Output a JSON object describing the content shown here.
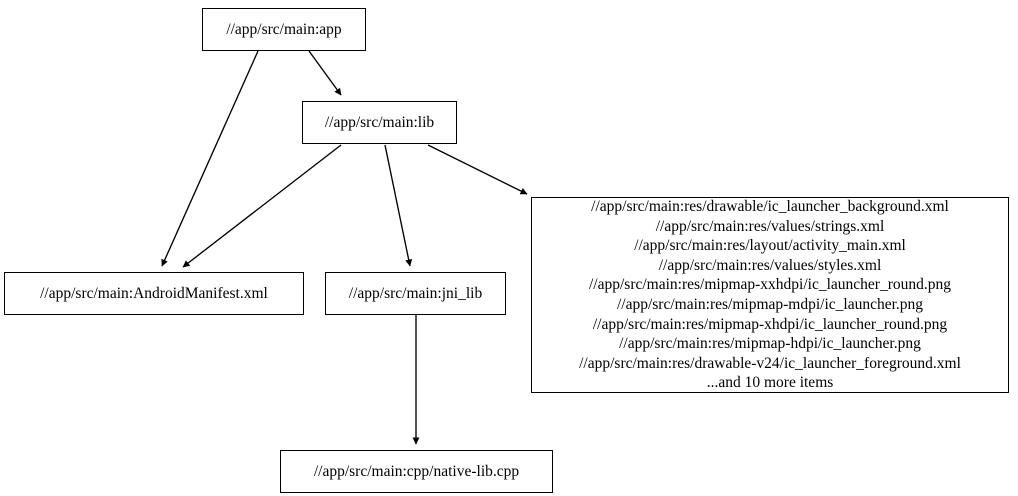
{
  "graph": {
    "type": "directed-dependency-graph",
    "background_color": "#ffffff",
    "node_border_color": "#000000",
    "edge_color": "#000000",
    "text_color": "#000000",
    "nodes": [
      {
        "id": "app",
        "label": "//app/src/main:app"
      },
      {
        "id": "lib",
        "label": "//app/src/main:lib"
      },
      {
        "id": "manifest",
        "label": "//app/src/main:AndroidManifest.xml"
      },
      {
        "id": "jni_lib",
        "label": "//app/src/main:jni_lib"
      },
      {
        "id": "resources",
        "label": "//app/src/main:res/drawable/ic_launcher_background.xml\n//app/src/main:res/values/strings.xml\n//app/src/main:res/layout/activity_main.xml\n//app/src/main:res/values/styles.xml\n//app/src/main:res/mipmap-xxhdpi/ic_launcher_round.png\n//app/src/main:res/mipmap-mdpi/ic_launcher.png\n//app/src/main:res/mipmap-xhdpi/ic_launcher_round.png\n//app/src/main:res/mipmap-hdpi/ic_launcher.png\n//app/src/main:res/drawable-v24/ic_launcher_foreground.xml\n...and 10 more items",
        "lines": [
          "//app/src/main:res/drawable/ic_launcher_background.xml",
          "//app/src/main:res/values/strings.xml",
          "//app/src/main:res/layout/activity_main.xml",
          "//app/src/main:res/values/styles.xml",
          "//app/src/main:res/mipmap-xxhdpi/ic_launcher_round.png",
          "//app/src/main:res/mipmap-mdpi/ic_launcher.png",
          "//app/src/main:res/mipmap-xhdpi/ic_launcher_round.png",
          "//app/src/main:res/mipmap-hdpi/ic_launcher.png",
          "//app/src/main:res/drawable-v24/ic_launcher_foreground.xml",
          "...and 10 more items"
        ],
        "overflow_note": "...and 10 more items",
        "overflow_count": 10
      },
      {
        "id": "native_lib_cpp",
        "label": "//app/src/main:cpp/native-lib.cpp"
      }
    ],
    "edges": [
      {
        "from": "app",
        "to": "manifest"
      },
      {
        "from": "app",
        "to": "lib"
      },
      {
        "from": "lib",
        "to": "manifest"
      },
      {
        "from": "lib",
        "to": "jni_lib"
      },
      {
        "from": "lib",
        "to": "resources"
      },
      {
        "from": "jni_lib",
        "to": "native_lib_cpp"
      }
    ]
  }
}
